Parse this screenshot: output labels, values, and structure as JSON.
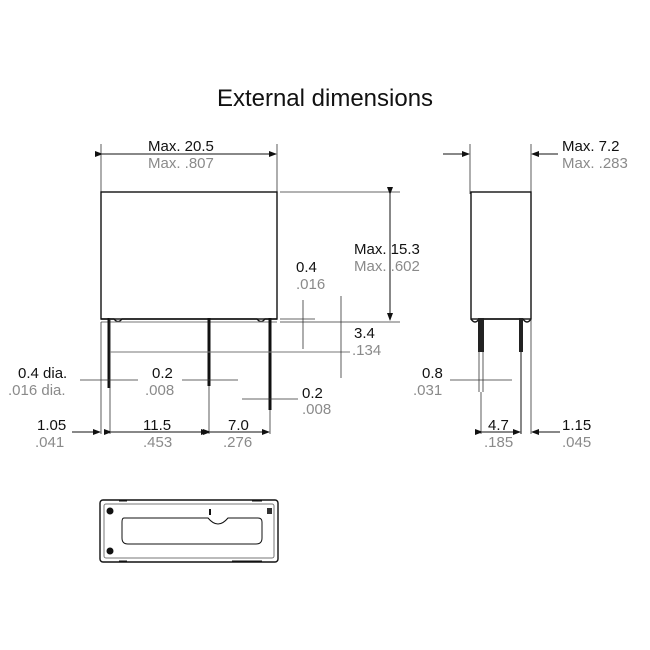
{
  "title": "External dimensions",
  "front_view": {
    "width": {
      "mm": "Max. 20.5",
      "in": "Max. .807"
    },
    "height": {
      "mm": "Max. 15.3",
      "in": "Max. .602"
    },
    "standoff": {
      "mm": "0.4",
      "in": ".016"
    },
    "pin_length": {
      "mm": "3.4",
      "in": ".134"
    },
    "pin_dia": {
      "mm": "0.4 dia.",
      "in": ".016 dia."
    },
    "pin_thickness_mid": {
      "mm": "0.2",
      "in": ".008"
    },
    "pin_thickness_right": {
      "mm": "0.2",
      "in": ".008"
    },
    "edge_to_pin": {
      "mm": "1.05",
      "in": ".041"
    },
    "pin_pitch_1": {
      "mm": "11.5",
      "in": ".453"
    },
    "pin_pitch_2": {
      "mm": "7.0",
      "in": ".276"
    }
  },
  "side_view": {
    "width": {
      "mm": "Max. 7.2",
      "in": "Max. .283"
    },
    "pin_width": {
      "mm": "0.8",
      "in": ".031"
    },
    "pin_pitch": {
      "mm": "4.7",
      "in": ".185"
    },
    "pin_to_edge": {
      "mm": "1.15",
      "in": ".045"
    }
  },
  "bottom_view": {
    "label": ""
  }
}
